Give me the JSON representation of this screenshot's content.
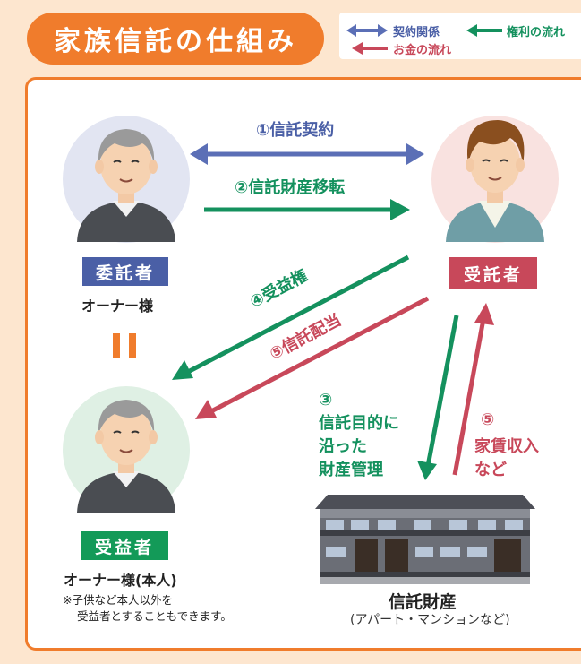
{
  "title": "家族信託の仕組み",
  "legend": {
    "contract": "契約関係",
    "rights": "権利の流れ",
    "money": "お金の流れ"
  },
  "colors": {
    "accent": "#f07c2c",
    "contract": "#5b6fb6",
    "rights": "#14915e",
    "money": "#c8485a",
    "truster_badge": "#4a5fa6",
    "trustee_badge": "#c8485a",
    "beneficiary_badge": "#139a58"
  },
  "truster": {
    "role": "委託者",
    "name": "オーナー様"
  },
  "trustee": {
    "role": "受託者"
  },
  "beneficiary": {
    "role": "受益者",
    "name": "オーナー様(本人)",
    "note_line1": "※子供など本人以外を",
    "note_line2": "受益者とすることもできます。"
  },
  "flows": {
    "contract": "①信託契約",
    "transfer": "②信託財産移転",
    "benefit": "④受益権",
    "dividend": "⑤信託配当",
    "management_num": "③",
    "management_line1": "信託目的に",
    "management_line2": "沿った",
    "management_line3": "財産管理",
    "rent_num": "⑤",
    "rent_line1": "家賃収入",
    "rent_line2": "など"
  },
  "property": {
    "title": "信託財産",
    "subtitle": "(アパート・マンションなど)"
  },
  "icons": [
    "elderly-man-icon",
    "young-man-icon",
    "apartment-building-icon"
  ]
}
